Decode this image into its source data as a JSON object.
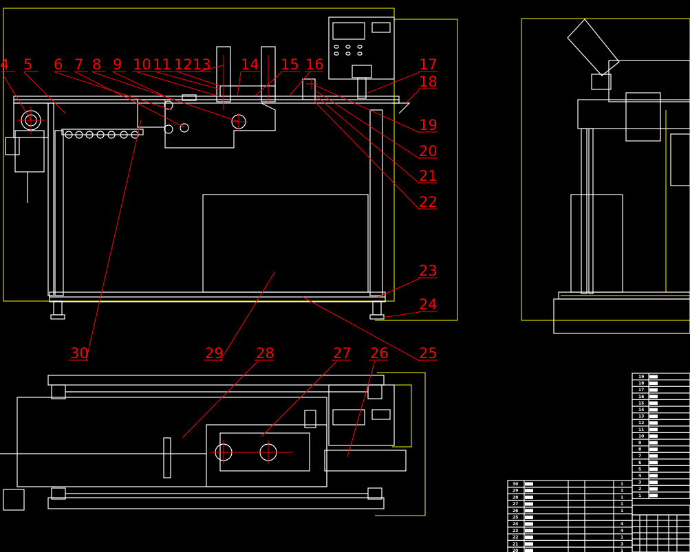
{
  "callouts": {
    "c4": "4",
    "c5": "5",
    "c6": "6",
    "c7": "7",
    "c8": "8",
    "c9": "9",
    "c10": "10",
    "c11": "11",
    "c12": "12",
    "c13": "13",
    "c14": "14",
    "c15": "15",
    "c16": "16",
    "c17": "17",
    "c18": "18",
    "c19": "19",
    "c20": "20",
    "c21": "21",
    "c22": "22",
    "c23": "23",
    "c24": "24",
    "c25": "25",
    "c26": "26",
    "c27": "27",
    "c28": "28",
    "c29": "29",
    "c30": "30"
  },
  "bom_right": {
    "rows": [
      "19",
      "18",
      "17",
      "16",
      "15",
      "14",
      "13",
      "12",
      "11",
      "10",
      "9",
      "8",
      "7",
      "6",
      "5",
      "4",
      "3",
      "2",
      "1"
    ]
  },
  "bom_bottom": {
    "nums": [
      "30",
      "29",
      "28",
      "27",
      "26",
      "25",
      "24",
      "23",
      "22",
      "21",
      "20"
    ],
    "qty": [
      "1",
      "1",
      "1",
      "1",
      "1",
      "",
      "4",
      "4",
      "1",
      "3",
      "1"
    ]
  },
  "colors": {
    "background": "#000000",
    "lines": "#ffffff",
    "callouts": "#ff0000",
    "frame": "#ffff00"
  }
}
